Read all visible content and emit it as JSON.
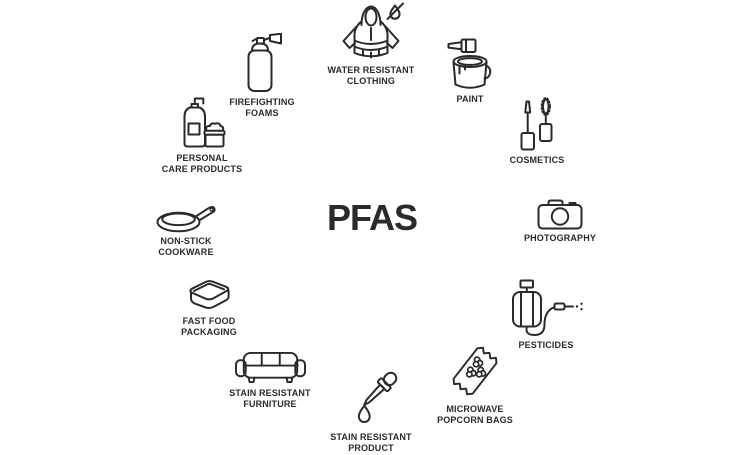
{
  "title": "PFAS",
  "colors": {
    "ink": "#2b2a29",
    "background": "#ffffff"
  },
  "items": [
    {
      "id": "water-resistant-clothing",
      "label": "WATER RESISTANT\nCLOTHING",
      "icon": "jacket-icon"
    },
    {
      "id": "paint",
      "label": "PAINT",
      "icon": "paint-can-icon"
    },
    {
      "id": "cosmetics",
      "label": "COSMETICS",
      "icon": "mascara-icon"
    },
    {
      "id": "photography",
      "label": "PHOTOGRAPHY",
      "icon": "camera-icon"
    },
    {
      "id": "pesticides",
      "label": "PESTICIDES",
      "icon": "sprayer-icon"
    },
    {
      "id": "microwave-popcorn-bags",
      "label": "MICROWAVE\nPOPCORN BAGS",
      "icon": "popcorn-bag-icon"
    },
    {
      "id": "stain-resistant-product",
      "label": "STAIN RESISTANT\nPRODUCT",
      "icon": "dropper-icon"
    },
    {
      "id": "stain-resistant-furniture",
      "label": "STAIN RESISTANT\nFURNITURE",
      "icon": "sofa-icon"
    },
    {
      "id": "fast-food-packaging",
      "label": "FAST FOOD\nPACKAGING",
      "icon": "food-box-icon"
    },
    {
      "id": "non-stick-cookware",
      "label": "NON-STICK\nCOOKWARE",
      "icon": "frying-pan-icon"
    },
    {
      "id": "personal-care-products",
      "label": "PERSONAL\nCARE PRODUCTS",
      "icon": "bottles-icon"
    },
    {
      "id": "firefighting-foams",
      "label": "FIREFIGHTING\nFOAMS",
      "icon": "fire-extinguisher-icon"
    }
  ]
}
